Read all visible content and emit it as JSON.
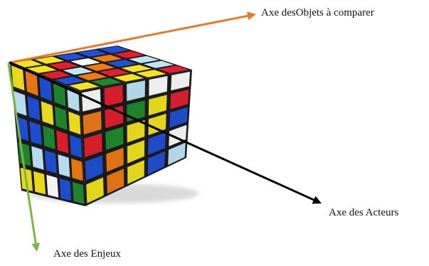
{
  "axes": {
    "objets": {
      "label": "Axe desObjets à comparer",
      "color": "#e8782a"
    },
    "acteurs": {
      "label": "Axe des Acteurs",
      "color": "#000000"
    },
    "enjeux": {
      "label": "Axe des Enjeux",
      "color": "#7bb543"
    }
  },
  "cube": {
    "sticker_colors": [
      "#e61e2b",
      "#1e50d8",
      "#1e8a2e",
      "#f4e41c",
      "#f07a14",
      "#ffffff",
      "#bfe6f7"
    ],
    "body_color": "#1a1a1a"
  }
}
